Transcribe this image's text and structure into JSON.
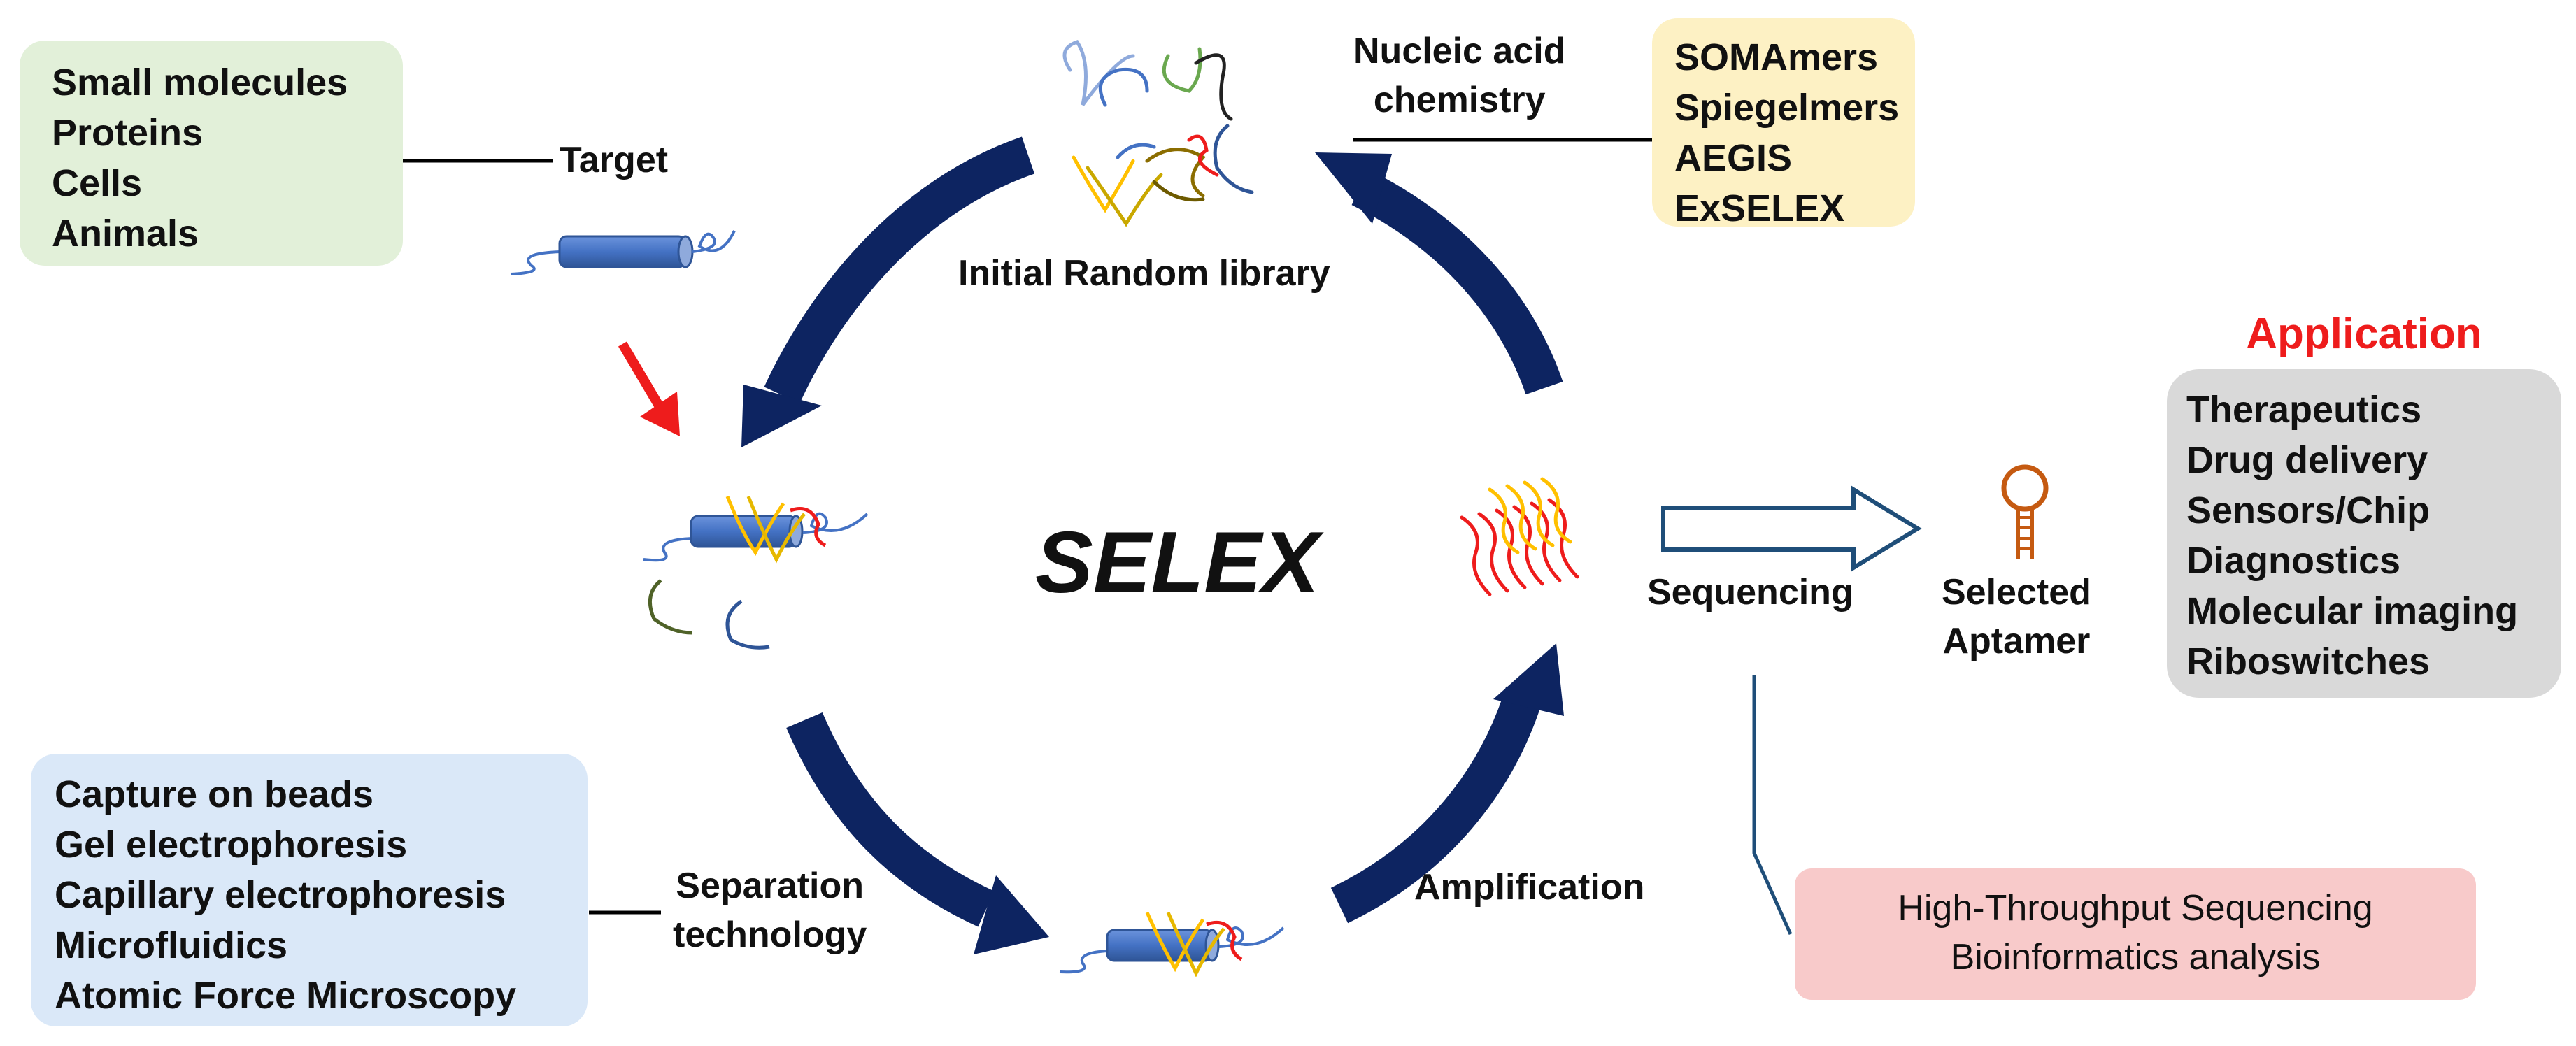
{
  "diagram": {
    "title": "SELEX",
    "target_box": {
      "items": [
        "Small molecules",
        "Proteins",
        "Cells",
        "Animals"
      ]
    },
    "target_label": "Target",
    "library_label": "Initial Random library",
    "nucleic_label": {
      "line1": "Nucleic acid",
      "line2": "chemistry"
    },
    "nucleic_box": {
      "items": [
        "SOMAmers",
        "Spiegelmers",
        "AEGIS",
        "ExSELEX"
      ]
    },
    "separation_box": {
      "items": [
        "Capture on beads",
        "Gel electrophoresis",
        "Capillary electrophoresis",
        "Microfluidics",
        "Atomic Force Microscopy"
      ]
    },
    "separation_label": {
      "line1": "Separation",
      "line2": "technology"
    },
    "amplification_label": "Amplification",
    "sequencing_label": "Sequencing",
    "selected_label": {
      "line1": "Selected",
      "line2": "Aptamer"
    },
    "application_title": "Application",
    "application_box": {
      "items": [
        "Therapeutics",
        "Drug delivery",
        "Sensors/Chip",
        "Diagnostics",
        "Molecular imaging",
        "Riboswitches"
      ]
    },
    "hts_box": {
      "items": [
        "High-Throughput Sequencing",
        "Bioinformatics analysis"
      ]
    },
    "colors": {
      "cycle_arrow": "#0d2461",
      "red_arrow": "#ee1c1c",
      "target_rod": "#4472c4",
      "aptamer": "#c55a11",
      "application_title": "#ee1c1c"
    }
  }
}
